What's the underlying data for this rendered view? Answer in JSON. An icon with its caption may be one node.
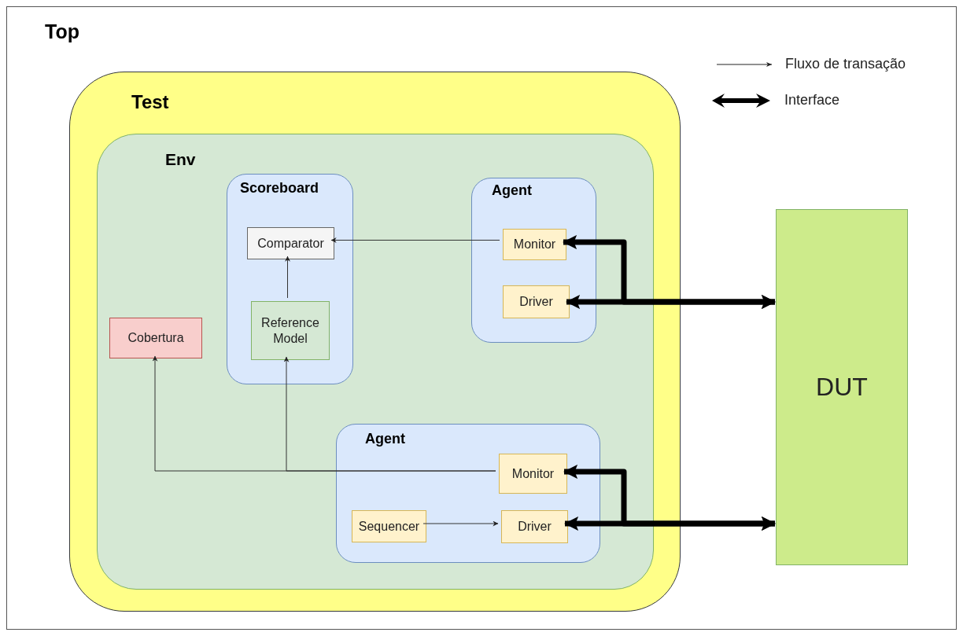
{
  "diagram": {
    "nodes": [
      {
        "text": [
          "Top"
        ]
      },
      {
        "text": [
          "Test"
        ],
        "in": 0
      },
      {
        "text": [
          "Env"
        ],
        "in": 1
      },
      {
        "text": [
          "Scoreboard"
        ],
        "in": 2
      },
      {
        "text": [
          "Comparator"
        ],
        "in": 3
      },
      {
        "text": [
          "Reference Model"
        ],
        "in": 3
      },
      {
        "text": [
          "Agent"
        ],
        "in": 2
      },
      {
        "text": [
          "Monitor"
        ],
        "in": 6
      },
      {
        "text": [
          "Driver"
        ],
        "in": 6
      },
      {
        "text": [
          "Cobertura"
        ],
        "in": 2
      },
      {
        "text": [
          "Agent"
        ],
        "in": 2
      },
      {
        "text": [
          "Monitor"
        ],
        "in": 10
      },
      {
        "text": [
          "Sequencer"
        ],
        "in": 10
      },
      {
        "text": [
          "Driver"
        ],
        "in": 10
      },
      {
        "text": [
          "DUT"
        ],
        "in": 0
      }
    ],
    "edges": [
      {
        "from": 7,
        "to": 4,
        "arrow": "to"
      },
      {
        "from": 5,
        "to": 4,
        "arrow": "to"
      },
      {
        "from": 11,
        "to": 5,
        "arrow": "to"
      },
      {
        "from": 11,
        "to": 9,
        "arrow": "to"
      },
      {
        "from": 12,
        "to": 13,
        "arrow": "to"
      },
      {
        "from": 14,
        "to": 7,
        "arrow": "both",
        "style": "thick"
      },
      {
        "from": 14,
        "to": 8,
        "arrow": "both",
        "style": "thick"
      },
      {
        "from": 14,
        "to": 11,
        "arrow": "both",
        "style": "thick"
      },
      {
        "from": 14,
        "to": 13,
        "arrow": "both",
        "style": "thick"
      }
    ],
    "legend": [
      {
        "text": "Fluxo de transação"
      },
      {
        "text": "Interface"
      }
    ]
  }
}
